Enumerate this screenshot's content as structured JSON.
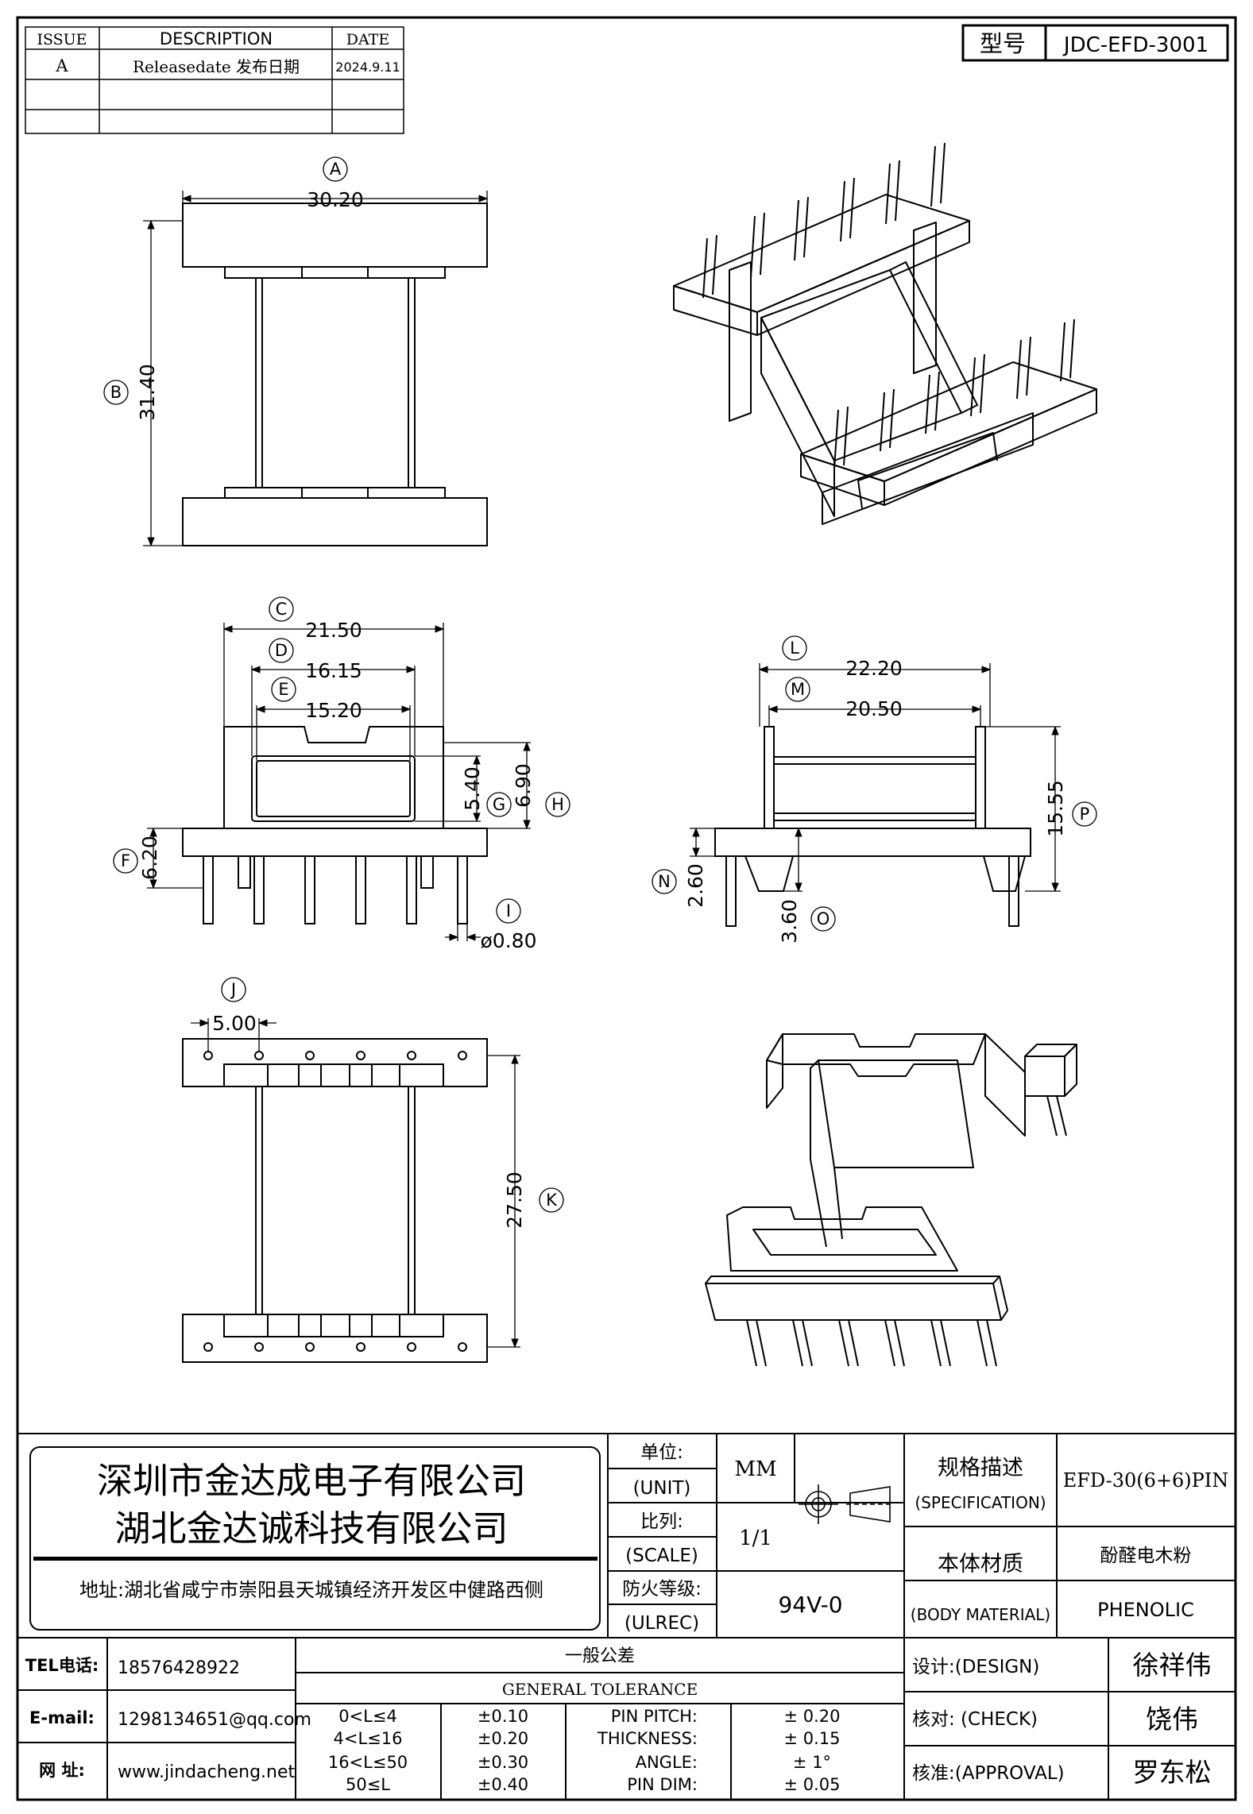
{
  "revision_table": {
    "headers": [
      "ISSUE",
      "DESCRIPTION",
      "DATE"
    ],
    "rows": [
      {
        "issue": "A",
        "description": "Releasedate 发布日期",
        "date": "2024.9.11"
      }
    ]
  },
  "model": {
    "label": "型号",
    "value": "JDC-EFD-3001"
  },
  "dimensions": {
    "A": "30.20",
    "B": "31.40",
    "C": "21.50",
    "D": "16.15",
    "E": "15.20",
    "F": "6.20",
    "G": "5.40",
    "H": "6.90",
    "I": "ø0.80",
    "J": "5.00",
    "K": "27.50",
    "L": "22.20",
    "M": "20.50",
    "N": "2.60",
    "O": "3.60",
    "P": "15.55"
  },
  "company": {
    "name1": "深圳市金达成电子有限公司",
    "name2": "湖北金达诚科技有限公司",
    "address": "地址:湖北省咸宁市崇阳县天城镇经济开发区中健路西侧"
  },
  "unit": {
    "label_cn": "单位:",
    "label_en": "(UNIT)",
    "value": "MM"
  },
  "scale": {
    "label_cn": "比列:",
    "label_en": "(SCALE)",
    "value": "1/1"
  },
  "ulrec": {
    "label_cn": "防火等级:",
    "label_en": "(ULREC)",
    "value": "94V-0"
  },
  "spec": {
    "label_cn": "规格描述",
    "label_en": "(SPECIFICATION)",
    "value": "EFD-30(6+6)PIN"
  },
  "material": {
    "label_cn": "本体材质",
    "label_en": "(BODY MATERIAL)",
    "value_cn": "酚醛电木粉",
    "value_en": "PHENOLIC"
  },
  "contact": {
    "tel_label": "TEL电话:",
    "tel": "18576428922",
    "email_label": "E-mail:",
    "email": "1298134651@qq.com",
    "web_label": "网    址:",
    "web": "www.jindacheng.net"
  },
  "tolerance": {
    "title_cn": "一般公差",
    "title_en": "GENERAL TOLERANCE",
    "ranges": [
      {
        "range": "0<L≤4",
        "tol": "±0.10"
      },
      {
        "range": "4<L≤16",
        "tol": "±0.20"
      },
      {
        "range": "16<L≤50",
        "tol": "±0.30"
      },
      {
        "range": "50≤L",
        "tol": "±0.40"
      }
    ],
    "pin": [
      {
        "label": "PIN PITCH:",
        "tol": "±  0.20"
      },
      {
        "label": "THICKNESS:",
        "tol": "±  0.15"
      },
      {
        "label": "ANGLE:",
        "tol": "±  1°"
      },
      {
        "label": "PIN DIM:",
        "tol": "±  0.05"
      }
    ]
  },
  "signoff": {
    "design_label": "设计:(DESIGN)",
    "design": "徐祥伟",
    "check_label": "核对: (CHECK)",
    "check": "饶伟",
    "approval_label": "核准:(APPROVAL)",
    "approval": "罗东松"
  }
}
